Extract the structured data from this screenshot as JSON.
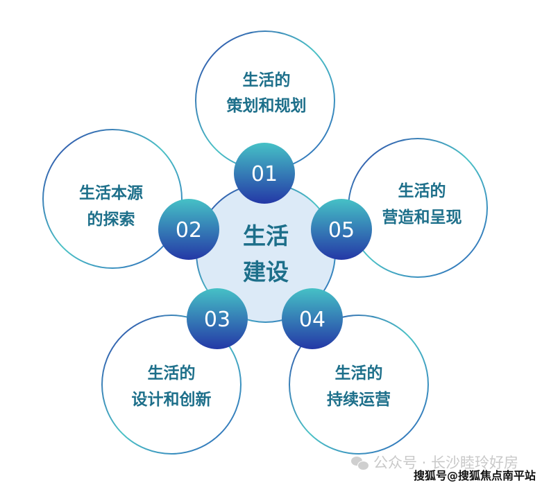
{
  "center": {
    "line1": "生活",
    "line2": "建设"
  },
  "items": [
    {
      "num": "01",
      "line1": "生活的",
      "line2": "策划和规划"
    },
    {
      "num": "02",
      "line1": "生活本源",
      "line2": "的探索"
    },
    {
      "num": "03",
      "line1": "生活的",
      "line2": "设计和创新"
    },
    {
      "num": "04",
      "line1": "生活的",
      "line2": "持续运营"
    },
    {
      "num": "05",
      "line1": "生活的",
      "line2": "营造和呈现"
    }
  ],
  "watermark": {
    "wechat": "公众号 · 长沙睦玲好房",
    "sohu": "搜狐号@搜狐焦点南平站"
  },
  "colors": {
    "text": "#1d6f8a",
    "teal": "#4cc3c6",
    "blue": "#2a3fa8",
    "center_fill": "#dceaf7"
  }
}
